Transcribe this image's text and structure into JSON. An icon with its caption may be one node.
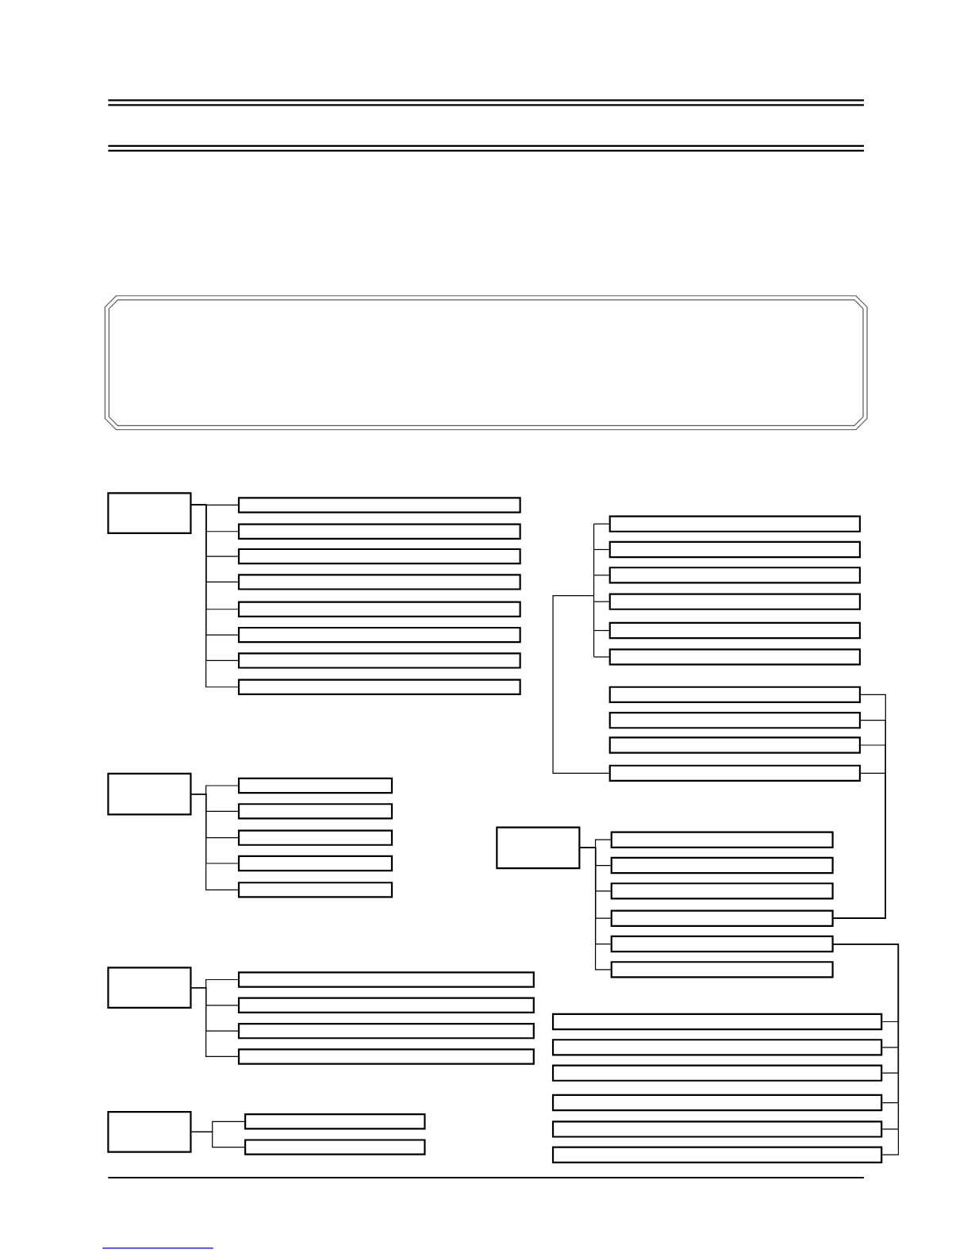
{
  "diagram": {
    "nodes": [
      {
        "text": [],
        "shape": "box"
      },
      {
        "text": [],
        "shape": "box"
      },
      {
        "text": [],
        "shape": "box"
      },
      {
        "text": [],
        "shape": "box"
      },
      {
        "text": [],
        "shape": "box"
      },
      {
        "text": [],
        "shape": "box"
      },
      {
        "text": [],
        "shape": "box"
      },
      {
        "text": [],
        "shape": "box"
      },
      {
        "text": [],
        "shape": "box"
      },
      {
        "text": [],
        "shape": "box"
      },
      {
        "text": [],
        "shape": "box"
      },
      {
        "text": [],
        "shape": "box"
      },
      {
        "text": [],
        "shape": "box"
      },
      {
        "text": [],
        "shape": "box"
      },
      {
        "text": [],
        "shape": "box"
      },
      {
        "text": [],
        "shape": "box"
      },
      {
        "text": [],
        "shape": "box"
      },
      {
        "text": [],
        "shape": "box"
      },
      {
        "text": [],
        "shape": "box"
      },
      {
        "text": [],
        "shape": "box"
      },
      {
        "text": [],
        "shape": "box"
      },
      {
        "text": [],
        "shape": "box"
      },
      {
        "text": [],
        "shape": "box"
      },
      {
        "text": [],
        "shape": "box"
      },
      {
        "text": [],
        "shape": "box"
      },
      {
        "text": [],
        "shape": "box"
      },
      {
        "text": [],
        "shape": "box"
      },
      {
        "text": [],
        "shape": "box"
      },
      {
        "text": [],
        "shape": "box"
      },
      {
        "text": [],
        "shape": "box"
      },
      {
        "text": [],
        "shape": "box"
      },
      {
        "text": [],
        "shape": "box"
      },
      {
        "text": [],
        "shape": "box"
      },
      {
        "text": [],
        "shape": "box"
      },
      {
        "text": [],
        "shape": "box"
      },
      {
        "text": [],
        "shape": "box"
      },
      {
        "text": [],
        "shape": "box"
      },
      {
        "text": [],
        "shape": "box"
      },
      {
        "text": [],
        "shape": "box"
      },
      {
        "text": [],
        "shape": "box"
      },
      {
        "text": [],
        "shape": "box"
      },
      {
        "text": [],
        "shape": "box"
      },
      {
        "text": [],
        "shape": "box"
      },
      {
        "text": [],
        "shape": "box"
      },
      {
        "text": [],
        "shape": "box"
      },
      {
        "text": [],
        "shape": "box"
      }
    ],
    "edges": [
      {
        "from": 0,
        "to": 1,
        "arrow": "none"
      },
      {
        "from": 0,
        "to": 2,
        "arrow": "none"
      },
      {
        "from": 0,
        "to": 3,
        "arrow": "none"
      },
      {
        "from": 0,
        "to": 4,
        "arrow": "none"
      },
      {
        "from": 0,
        "to": 5,
        "arrow": "none"
      },
      {
        "from": 0,
        "to": 6,
        "arrow": "none"
      },
      {
        "from": 0,
        "to": 7,
        "arrow": "none"
      },
      {
        "from": 0,
        "to": 8,
        "arrow": "none"
      },
      {
        "from": 9,
        "to": 10,
        "arrow": "none"
      },
      {
        "from": 9,
        "to": 11,
        "arrow": "none"
      },
      {
        "from": 9,
        "to": 12,
        "arrow": "none"
      },
      {
        "from": 9,
        "to": 13,
        "arrow": "none"
      },
      {
        "from": 9,
        "to": 14,
        "arrow": "none"
      },
      {
        "from": 15,
        "to": 16,
        "arrow": "none"
      },
      {
        "from": 15,
        "to": 17,
        "arrow": "none"
      },
      {
        "from": 15,
        "to": 18,
        "arrow": "none"
      },
      {
        "from": 15,
        "to": 19,
        "arrow": "none"
      },
      {
        "from": 20,
        "to": 21,
        "arrow": "none"
      },
      {
        "from": 20,
        "to": 22,
        "arrow": "none"
      },
      {
        "from": 23,
        "to": 24,
        "arrow": "none"
      },
      {
        "from": 23,
        "to": 25,
        "arrow": "none"
      },
      {
        "from": 23,
        "to": 26,
        "arrow": "none"
      },
      {
        "from": 23,
        "to": 27,
        "arrow": "none"
      },
      {
        "from": 23,
        "to": 28,
        "arrow": "none"
      },
      {
        "from": 23,
        "to": 29,
        "arrow": "none"
      },
      {
        "from": 39,
        "to": 30,
        "arrow": "none"
      },
      {
        "from": 39,
        "to": 31,
        "arrow": "none"
      },
      {
        "from": 39,
        "to": 32,
        "arrow": "none"
      },
      {
        "from": 39,
        "to": 33,
        "arrow": "none"
      },
      {
        "from": 39,
        "to": 34,
        "arrow": "none"
      },
      {
        "from": 39,
        "to": 35,
        "arrow": "none"
      },
      {
        "from": 27,
        "to": 36,
        "arrow": "none"
      },
      {
        "from": 27,
        "to": 37,
        "arrow": "none"
      },
      {
        "from": 27,
        "to": 38,
        "arrow": "none"
      },
      {
        "from": 27,
        "to": 39,
        "arrow": "none"
      },
      {
        "from": 28,
        "to": 40,
        "arrow": "none"
      },
      {
        "from": 28,
        "to": 41,
        "arrow": "none"
      },
      {
        "from": 28,
        "to": 42,
        "arrow": "none"
      },
      {
        "from": 28,
        "to": 43,
        "arrow": "none"
      },
      {
        "from": 28,
        "to": 44,
        "arrow": "none"
      },
      {
        "from": 28,
        "to": 45,
        "arrow": "none"
      }
    ]
  }
}
